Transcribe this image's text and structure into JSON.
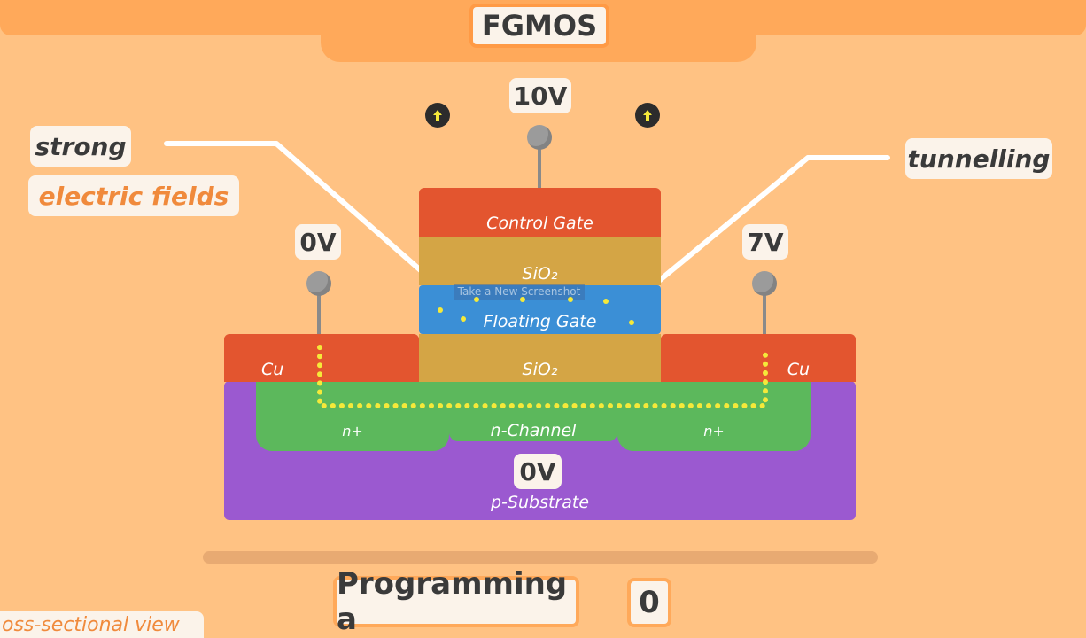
{
  "title": "FGMOS",
  "voltages": {
    "control_gate": "10V",
    "source": "0V",
    "drain": "7V",
    "substrate": "0V"
  },
  "callouts": {
    "left_line1": "strong",
    "left_line2": "electric fields",
    "right": "tunnelling"
  },
  "layers": {
    "control_gate": "Control Gate",
    "oxide_top": "SiO₂",
    "floating_gate": "Floating Gate",
    "oxide_bottom": "SiO₂",
    "source_contact": "Cu",
    "drain_contact": "Cu",
    "source_well": "n+",
    "channel": "n-Channel",
    "drain_well": "n+",
    "substrate": "p-Substrate"
  },
  "tooltip": "Take a New Screenshot",
  "caption": {
    "prefix": "Programming a",
    "value": "0"
  },
  "view_label": "oss-sectional view",
  "colors": {
    "background": "#ffc283",
    "control_gate": "#e3552f",
    "oxide": "#d4a545",
    "floating_gate": "#3b8fd6",
    "contact": "#e3552f",
    "n_region": "#5cb85c",
    "substrate": "#9b59d0",
    "electron": "#f5e93a",
    "accent_text": "#f08a3c"
  }
}
